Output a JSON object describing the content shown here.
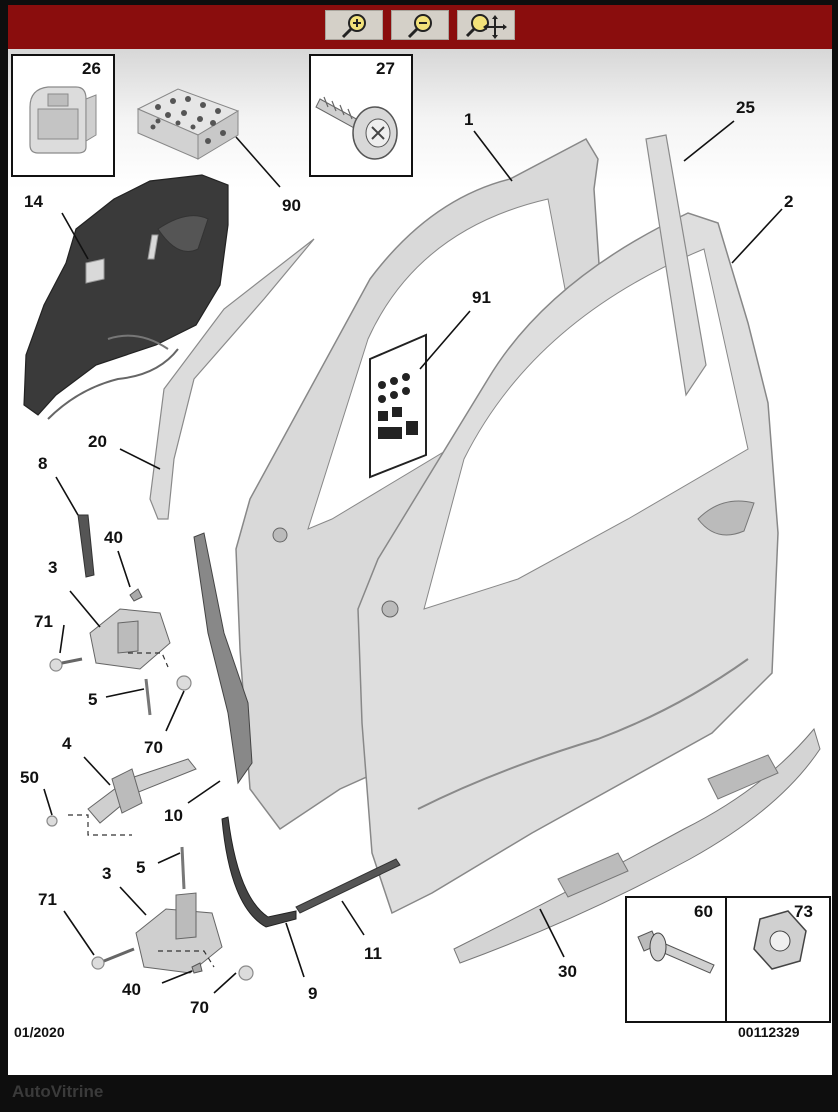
{
  "toolbar": {
    "buttons": [
      {
        "name": "zoom-in-button",
        "icon": "zoom-in-icon"
      },
      {
        "name": "zoom-out-button",
        "icon": "zoom-out-icon"
      },
      {
        "name": "zoom-pan-button",
        "icon": "zoom-pan-icon"
      }
    ]
  },
  "diagram": {
    "callouts": {
      "p1": "1",
      "p2": "2",
      "p3a": "3",
      "p3b": "3",
      "p4": "4",
      "p5a": "5",
      "p5b": "5",
      "p8": "8",
      "p9": "9",
      "p10": "10",
      "p11": "11",
      "p14": "14",
      "p20": "20",
      "p25": "25",
      "p26": "26",
      "p27": "27",
      "p30": "30",
      "p40a": "40",
      "p40b": "40",
      "p50": "50",
      "p60": "60",
      "p70a": "70",
      "p70b": "70",
      "p71a": "71",
      "p71b": "71",
      "p73": "73",
      "p90": "90",
      "p91": "91"
    },
    "date": "01/2020",
    "reference": "00112329"
  },
  "watermark": "AutoVitrine",
  "colors": {
    "header": "#8a0d0d",
    "button": "#d4d0c8",
    "panel": "#dcdcdc",
    "insulator": "#3a3a3a"
  }
}
